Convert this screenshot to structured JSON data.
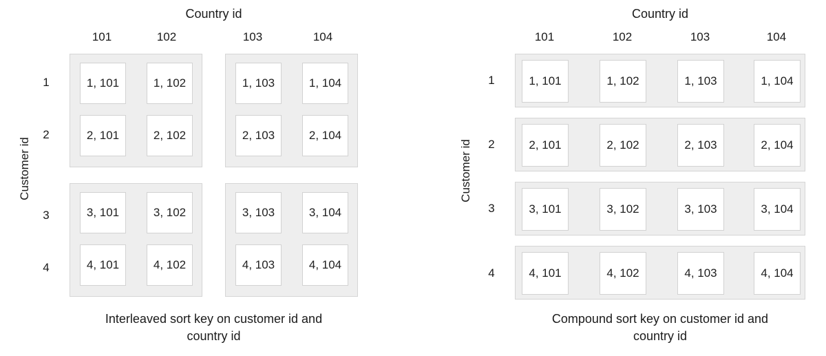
{
  "colors": {
    "background": "#ffffff",
    "block_fill": "#eeeeee",
    "block_border": "#d5d5d5",
    "cell_fill": "#ffffff",
    "cell_border": "#d2d2d2",
    "text": "#1f1f1f"
  },
  "left_diagram": {
    "top_axis_label": "Country id",
    "left_axis_label": "Customer id",
    "column_labels": [
      "101",
      "102",
      "103",
      "104"
    ],
    "row_labels": [
      "1",
      "2",
      "3",
      "4"
    ],
    "blocks": [
      {
        "cells": [
          "1, 101",
          "1, 102",
          "2, 101",
          "2, 102"
        ]
      },
      {
        "cells": [
          "1, 103",
          "1, 104",
          "2, 103",
          "2, 104"
        ]
      },
      {
        "cells": [
          "3, 101",
          "3, 102",
          "4, 101",
          "4, 102"
        ]
      },
      {
        "cells": [
          "3, 103",
          "3, 104",
          "4, 103",
          "4, 104"
        ]
      }
    ],
    "caption_line1": "Interleaved sort key on customer id and",
    "caption_line2": "country id"
  },
  "right_diagram": {
    "top_axis_label": "Country id",
    "left_axis_label": "Customer id",
    "column_labels": [
      "101",
      "102",
      "103",
      "104"
    ],
    "row_labels": [
      "1",
      "2",
      "3",
      "4"
    ],
    "rows": [
      {
        "cells": [
          "1, 101",
          "1, 102",
          "1, 103",
          "1, 104"
        ]
      },
      {
        "cells": [
          "2, 101",
          "2, 102",
          "2, 103",
          "2, 104"
        ]
      },
      {
        "cells": [
          "3, 101",
          "3, 102",
          "3, 103",
          "3, 104"
        ]
      },
      {
        "cells": [
          "4, 101",
          "4, 102",
          "4, 103",
          "4, 104"
        ]
      }
    ],
    "caption_line1": "Compound sort key on customer id and",
    "caption_line2": "country id"
  }
}
